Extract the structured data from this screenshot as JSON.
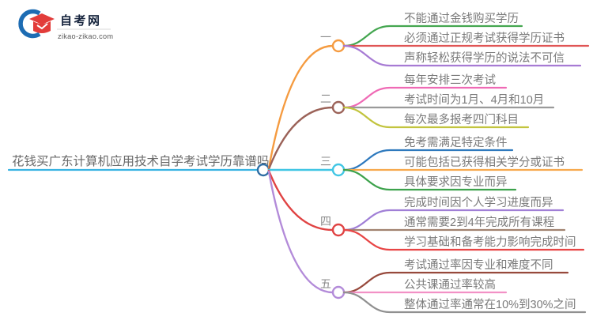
{
  "logo": {
    "title": "自考网",
    "domain": "zikao-zikao.com",
    "blue": "#1d6cb3",
    "red": "#e23c3a"
  },
  "theme": {
    "background": "#ffffff",
    "item_text_color": "#7a7a7a",
    "branch_label_color": "#8a8a8a",
    "root_text_color": "#6a6a6a",
    "root_line_color": "#38b3e2",
    "root_node_color": "#2e6da4"
  },
  "mindmap": {
    "root": "花钱买广东计算机应用技术自学考试学历靠谱吗",
    "branches": [
      {
        "label": "一",
        "color": "#f59b40",
        "items": [
          {
            "text": "不能通过金钱购买学历",
            "color": "#44a650"
          },
          {
            "text": "必须通过正规考试获得学历证书",
            "color": "#e05555"
          },
          {
            "text": "声称轻松获得学历的说法不可信",
            "color": "#a77bd4"
          }
        ]
      },
      {
        "label": "二",
        "color": "#9b6258",
        "items": [
          {
            "text": "每年安排三次考试",
            "color": "#ef6ab5"
          },
          {
            "text": "考试时间为1月、4月和10月",
            "color": "#9a9a9a"
          },
          {
            "text": "每次最多报考四门科目",
            "color": "#c2c43e"
          }
        ]
      },
      {
        "label": "三",
        "color": "#41c6e4",
        "items": [
          {
            "text": "免考需满足特定条件",
            "color": "#2e79bd"
          },
          {
            "text": "可能包括已获得相关学分或证书",
            "color": "#f7a94e"
          },
          {
            "text": "具体要求因专业而异",
            "color": "#3da24c"
          }
        ]
      },
      {
        "label": "四",
        "color": "#e04343",
        "items": [
          {
            "text": "完成时间因个人学习进度而异",
            "color": "#a07fd6"
          },
          {
            "text": "通常需要2到4年完成所有课程",
            "color": "#a1826f"
          },
          {
            "text": "学习基础和备考能力影响完成时间",
            "color": "#e84545"
          }
        ]
      },
      {
        "label": "五",
        "color": "#b38bd9",
        "items": [
          {
            "text": "考试通过率因专业和难度不同",
            "color": "#97493c"
          },
          {
            "text": "公共课通过率较高",
            "color": "#f291c6"
          },
          {
            "text": "整体通过率通常在10%到30%之间",
            "color": "#909090"
          }
        ]
      }
    ]
  }
}
